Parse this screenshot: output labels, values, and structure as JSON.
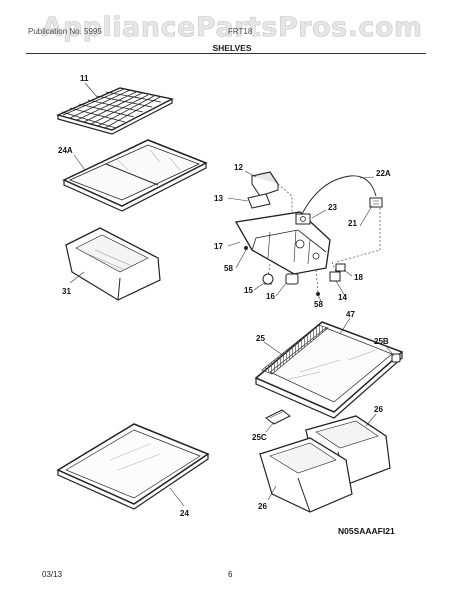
{
  "watermark": "AppliancePartsPros.com",
  "header": {
    "left_text": "Publication No. 5995",
    "right_text": "FRT18",
    "section_title": "SHELVES"
  },
  "callouts": {
    "c11": "11",
    "c24A": "24A",
    "c31": "31",
    "c12": "12",
    "c13": "13",
    "c17": "17",
    "c58a": "58",
    "c15": "15",
    "c16": "16",
    "c58b": "58",
    "c14": "14",
    "c18": "18",
    "c23": "23",
    "c21": "21",
    "c22A": "22A",
    "c25": "25",
    "c47": "47",
    "c25B": "25B",
    "c25C": "25C",
    "c26a": "26",
    "c26b": "26",
    "c24": "24"
  },
  "diagram_code": "N05SAAAFI21",
  "footer": {
    "date": "03/13",
    "page": "6"
  }
}
